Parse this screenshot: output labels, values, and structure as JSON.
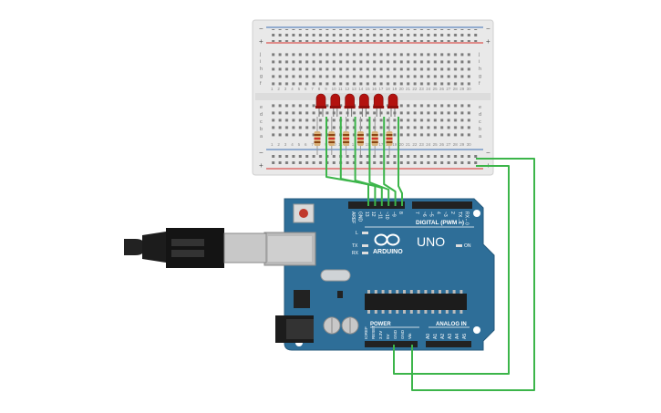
{
  "board": {
    "brand": "ARDUINO",
    "model": "UNO",
    "digital_label": "DIGITAL (PWM ~)",
    "power_label": "POWER",
    "analog_label": "ANALOG IN",
    "on_label": "ON",
    "tx_label": "TX",
    "rx_label": "RX",
    "l_label": "L",
    "icsp_label": "ICSP",
    "digital_pins": [
      "AREF",
      "GND",
      "13",
      "12",
      "~11",
      "~10",
      "~9",
      "8",
      "7",
      "~6",
      "~5",
      "4",
      "~3",
      "2",
      "TX→1",
      "RX←0"
    ],
    "power_pins": [
      "IOREF",
      "RESET",
      "3.3V",
      "5V",
      "GND",
      "GND",
      "Vin"
    ],
    "analog_pins": [
      "A0",
      "A1",
      "A2",
      "A3",
      "A4",
      "A5"
    ]
  },
  "breadboard": {
    "top_rows": [
      "j",
      "i",
      "h",
      "g",
      "f"
    ],
    "bottom_rows": [
      "e",
      "d",
      "c",
      "b",
      "a"
    ],
    "columns": [
      "1",
      "2",
      "3",
      "4",
      "5",
      "6",
      "7",
      "8",
      "9",
      "10",
      "11",
      "12",
      "13",
      "14",
      "15",
      "16",
      "17",
      "18",
      "19",
      "20",
      "21",
      "22",
      "23",
      "24",
      "25",
      "26",
      "27",
      "28",
      "29",
      "30"
    ],
    "rail_plus": "+",
    "rail_minus": "−"
  },
  "components": {
    "led_count": 6,
    "led_color": "#b3120f",
    "resistor_count": 6,
    "wire_color": "#3cb54a",
    "board_color": "#2e6e98"
  }
}
